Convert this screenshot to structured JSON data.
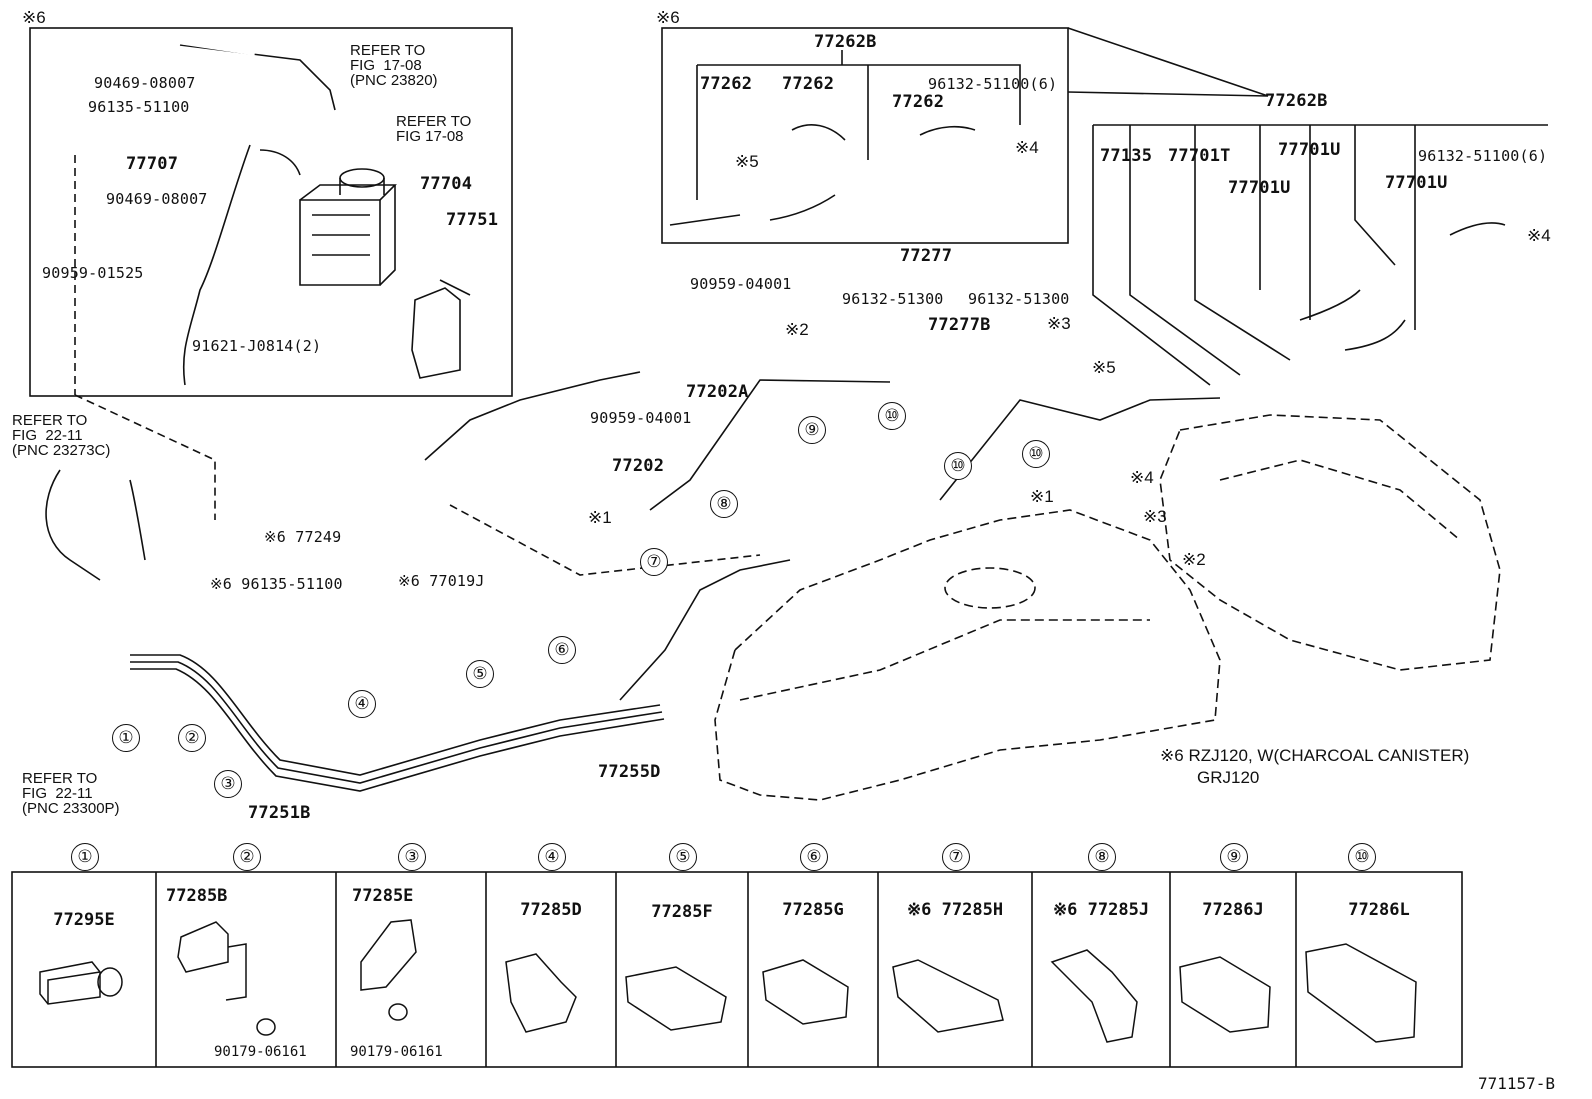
{
  "diagram": {
    "drawing_number": "771157-B",
    "footnote": {
      "mark": "※6",
      "line1": "RZJ120,  W(CHARCOAL CANISTER)",
      "line2": "GRJ120"
    },
    "box_marks": {
      "canister_box": "※6",
      "hose_box": "※6"
    },
    "canister_box": {
      "parts": {
        "p90469_a": "90469-08007",
        "p96135": "96135-51100",
        "p77707": "77707",
        "p90469_b": "90469-08007",
        "p90959": "90959-01525",
        "p77704": "77704",
        "p77751": "77751",
        "p91621": "91621-J0814(2)"
      },
      "refs": {
        "ref1": "REFER TO\nFIG  17-08\n(PNC 23820)",
        "ref2": "REFER TO\nFIG 17-08"
      }
    },
    "hose_box": {
      "p77262B": "77262B",
      "p77262_a": "77262",
      "p77262_b": "77262",
      "p77262_c": "77262",
      "p96132": "96132-51100(6)",
      "m5": "※5",
      "m4": "※4"
    },
    "right_set": {
      "p77262B": "77262B",
      "p77135": "77135",
      "p77701T": "77701T",
      "p77701U_a": "77701U",
      "p77701U_b": "77701U",
      "p77701U_c": "77701U",
      "p96132": "96132-51100(6)",
      "m4": "※4"
    },
    "middle": {
      "p77277": "77277",
      "p96132_a": "96132-51300",
      "p96132_b": "96132-51300",
      "p77277B": "77277B",
      "m3": "※3",
      "m5": "※5",
      "p90959_top": "90959-04001",
      "m2": "※2",
      "p77202A": "77202A",
      "p90959_bot": "90959-04001",
      "p77202": "77202",
      "m1_left": "※1",
      "m1_right": "※1"
    },
    "tank_marks": {
      "m4": "※4",
      "m3": "※3",
      "m2": "※2"
    },
    "left": {
      "ref_top": "REFER TO\nFIG  22-11\n(PNC 23273C)",
      "ref_bot": "REFER TO\nFIG  22-11\n(PNC 23300P)",
      "p77249": "※6 77249",
      "p96135": "※6 96135-51100",
      "p77019J": "※6 77019J",
      "p77251B": "77251B",
      "p77255D": "77255D"
    },
    "clamp_callouts": [
      "①",
      "②",
      "③",
      "④",
      "⑤",
      "⑥",
      "⑦",
      "⑧",
      "⑨",
      "⑩",
      "⑩",
      "⑩"
    ],
    "table": [
      {
        "num": "①",
        "part": "77295E",
        "sub": ""
      },
      {
        "num": "②",
        "part": "77285B",
        "sub": "90179-06161"
      },
      {
        "num": "③",
        "part": "77285E",
        "sub": "90179-06161"
      },
      {
        "num": "④",
        "part": "77285D",
        "sub": ""
      },
      {
        "num": "⑤",
        "part": "77285F",
        "sub": ""
      },
      {
        "num": "⑥",
        "part": "77285G",
        "sub": ""
      },
      {
        "num": "⑦",
        "part": "※6 77285H",
        "sub": ""
      },
      {
        "num": "⑧",
        "part": "※6 77285J",
        "sub": ""
      },
      {
        "num": "⑨",
        "part": "77286J",
        "sub": ""
      },
      {
        "num": "⑩",
        "part": "77286L",
        "sub": ""
      }
    ]
  }
}
